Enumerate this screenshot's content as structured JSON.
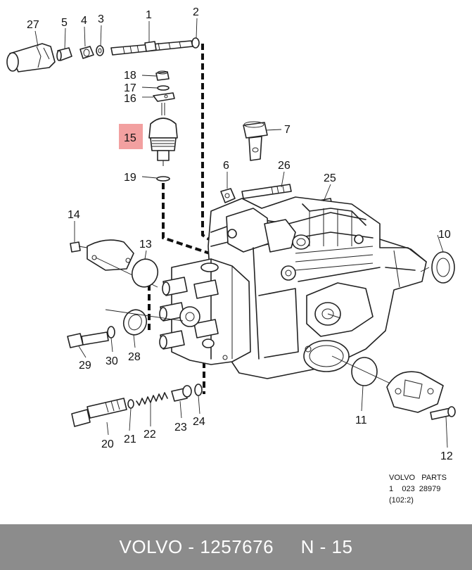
{
  "callouts": {
    "n1": "1",
    "n2": "2",
    "n3": "3",
    "n4": "4",
    "n5": "5",
    "n6": "6",
    "n7": "7",
    "n10": "10",
    "n11": "11",
    "n12": "12",
    "n13": "13",
    "n14": "14",
    "n15": "15",
    "n16": "16",
    "n17": "17",
    "n18": "18",
    "n19": "19",
    "n20": "20",
    "n21": "21",
    "n22": "22",
    "n23": "23",
    "n24": "24",
    "n25": "25",
    "n26": "26",
    "n27": "27",
    "n28": "28",
    "n29": "29",
    "n30": "30"
  },
  "highlight": {
    "label": "15",
    "color": "#f2a0a0"
  },
  "reference": {
    "line1": "VOLVO   PARTS",
    "line2": "1    023  28979",
    "line3": "(102:2)"
  },
  "footer": {
    "text": "VOLVO - 1257676     N - 15",
    "background": "#8c8c8c"
  }
}
